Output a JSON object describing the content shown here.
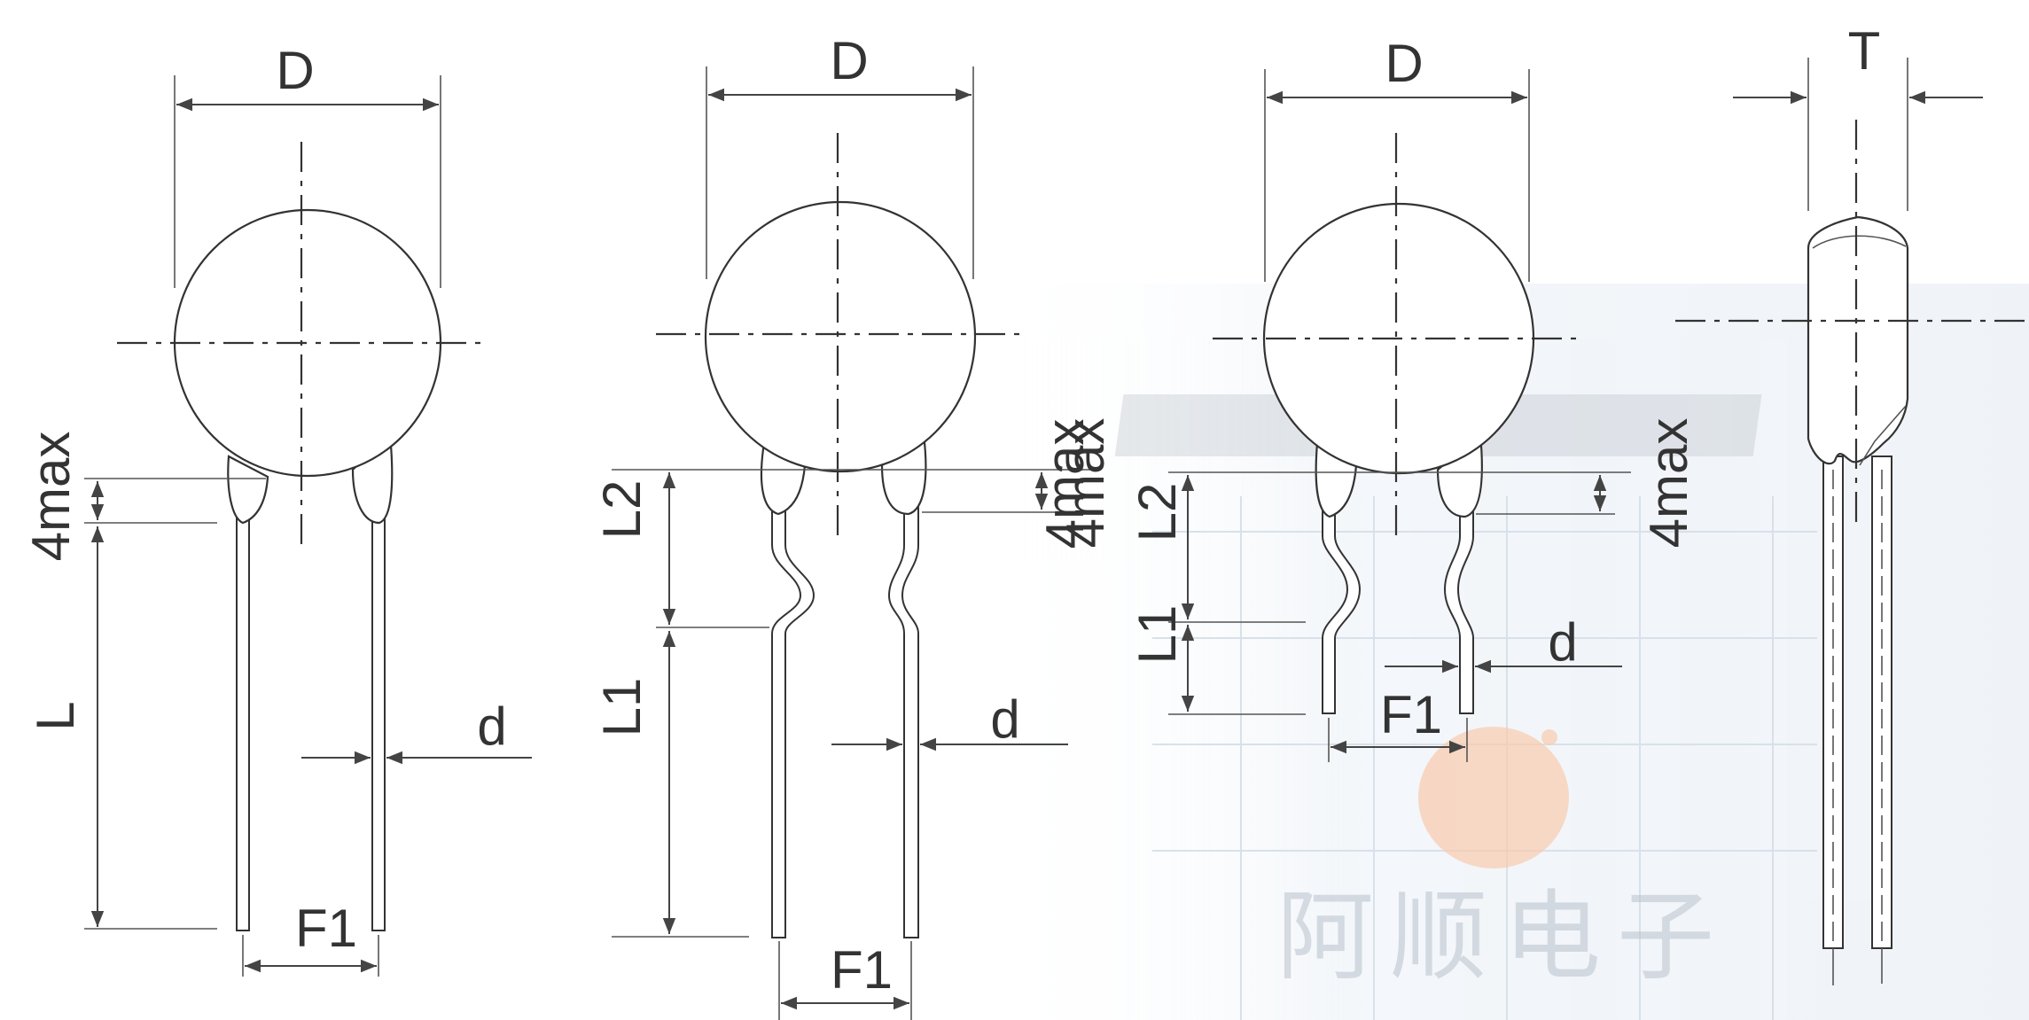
{
  "diagrams": [
    {
      "name": "straight-lead",
      "labels": {
        "diameter": "D",
        "coating": "4max",
        "lead_length": "L",
        "lead_diameter": "d",
        "lead_spacing": "F1"
      }
    },
    {
      "name": "kinked-lead",
      "labels": {
        "diameter": "D",
        "kink_length": "L2",
        "coating": "4max",
        "lead_length": "L1",
        "lead_diameter": "d",
        "lead_spacing": "F1"
      }
    },
    {
      "name": "kinked-lead-short",
      "labels": {
        "diameter": "D",
        "coating": "4max",
        "kink_length": "L2",
        "lead_length": "L1",
        "lead_diameter": "d",
        "lead_spacing": "F1"
      }
    },
    {
      "name": "side-view",
      "labels": {
        "thickness": "T",
        "coating": "4max"
      }
    }
  ],
  "watermark": {
    "text": "阿顺电子",
    "logo_color": "#f08a4b",
    "building_color": "#9fb6cf"
  },
  "colors": {
    "line": "#333333",
    "background": "#ffffff"
  }
}
